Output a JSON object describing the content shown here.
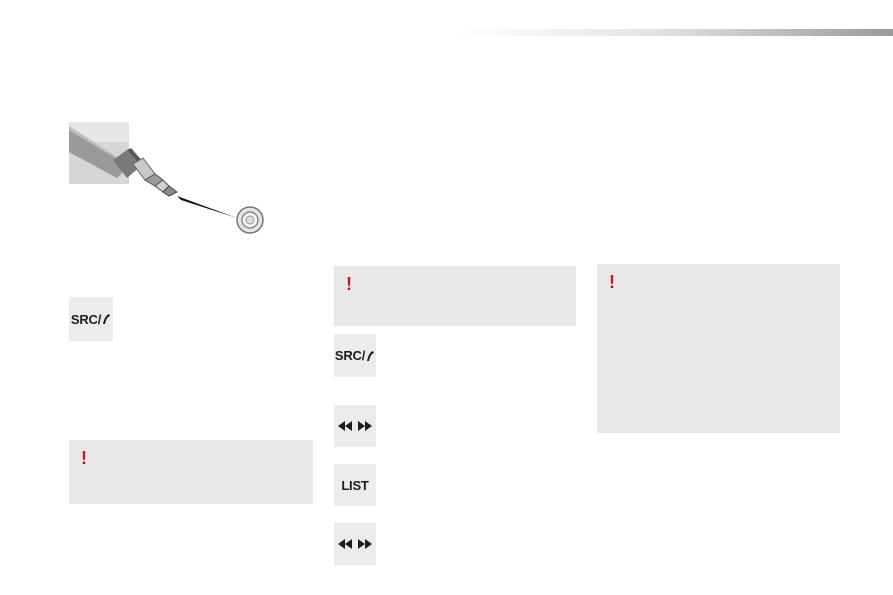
{
  "header": {
    "accent_color": "#9a9a9a"
  },
  "illustration": {
    "icon": "jack-plug-icon"
  },
  "buttons": {
    "src_phone_left": {
      "label": "SRC",
      "icon": "handset-icon"
    },
    "src_phone_mid": {
      "label": "SRC",
      "icon": "handset-icon"
    },
    "seek_1": {
      "icon": "rewind-forward-icon"
    },
    "list": {
      "label": "LIST"
    },
    "seek_2": {
      "icon": "rewind-forward-icon"
    }
  },
  "warnings": {
    "mark": "!",
    "mark_color": "#d0102b"
  }
}
